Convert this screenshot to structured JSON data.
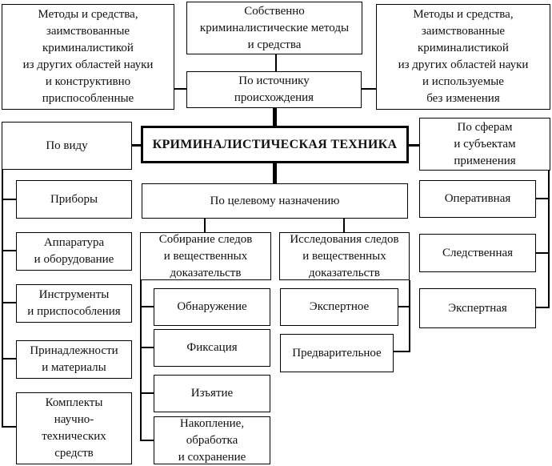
{
  "diagram": {
    "title": "КРИМИНАЛИСТИЧЕСКАЯ ТЕХНИКА",
    "by_source": {
      "label": "По источнику\nпроисхождения",
      "own": "Собственно\nкриминалистические методы\nи средства",
      "borrowed_adapted": "Методы и средства,\nзаимствованные\nкриминалистикой\nиз других областей науки\nи конструктивно\nприспособленные",
      "borrowed_unchanged": "Методы и средства,\nзаимствованные\nкриминалистикой\nиз других областей науки\nи используемые\nбез изменения"
    },
    "by_type": {
      "label": "По виду",
      "items": [
        "Приборы",
        "Аппаратура\nи оборудование",
        "Инструменты\nи приспособления",
        "Принадлежности\nи материалы",
        "Комплекты\nнаучно-\nтехнических\nсредств"
      ]
    },
    "by_purpose": {
      "label": "По целевому назначению",
      "collection": {
        "label": "Собирание следов\nи вещественных\nдоказательств",
        "items": [
          "Обнаружение",
          "Фиксация",
          "Изъятие",
          "Накопление,\nобработка\nи сохранение"
        ]
      },
      "research": {
        "label": "Исследования следов\nи вещественных\nдоказательств",
        "items": [
          "Экспертное",
          "Предварительное"
        ]
      }
    },
    "by_sphere": {
      "label": "По сферам\nи субъектам\nприменения",
      "items": [
        "Оперативная",
        "Следственная",
        "Экспертная"
      ]
    },
    "colors": {
      "line": "#000000",
      "background": "#ffffff",
      "text": "#111111"
    }
  }
}
